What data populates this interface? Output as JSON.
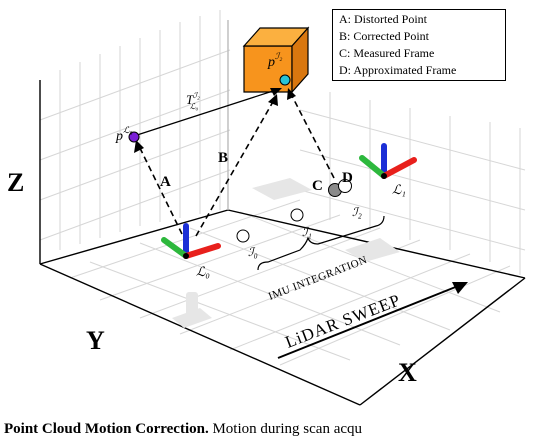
{
  "legend": [
    "A: Distorted Point",
    "B: Corrected Point",
    "C: Measured Frame",
    "D: Approximated Frame"
  ],
  "axes": {
    "x": "X",
    "y": "Y",
    "z": "Z"
  },
  "points": {
    "p_l0": "p",
    "p_l0_sup": "ℒ₀",
    "p_i2": "p",
    "p_i2_sup": "ℐ₂"
  },
  "transform": {
    "base": "T",
    "sup": "ℐ₂",
    "sub": "ℒ₀"
  },
  "arrow_labels": {
    "a": "A",
    "b": "B",
    "c": "C",
    "d": "D"
  },
  "frames": {
    "l0": "ℒ₀",
    "l1": "ℒ₁",
    "i0": "ℐ₀",
    "i1": "ℐ₁",
    "i2": "ℐ₂"
  },
  "imu_label": "IMU INTEGRATION",
  "lidar_label": "LiDAR SWEEP",
  "caption": {
    "bold": "Point Cloud Motion Correction.",
    "text": " Motion during scan acqu"
  },
  "colors": {
    "cube": "#f7941d",
    "cube_top": "#fbb040",
    "cube_side": "#d9770f",
    "point_l0": "#7a1fd6",
    "point_i2": "#29c3d6",
    "frame_red": "#e8201c",
    "frame_green": "#2db83d",
    "frame_blue": "#1b2fd6"
  }
}
